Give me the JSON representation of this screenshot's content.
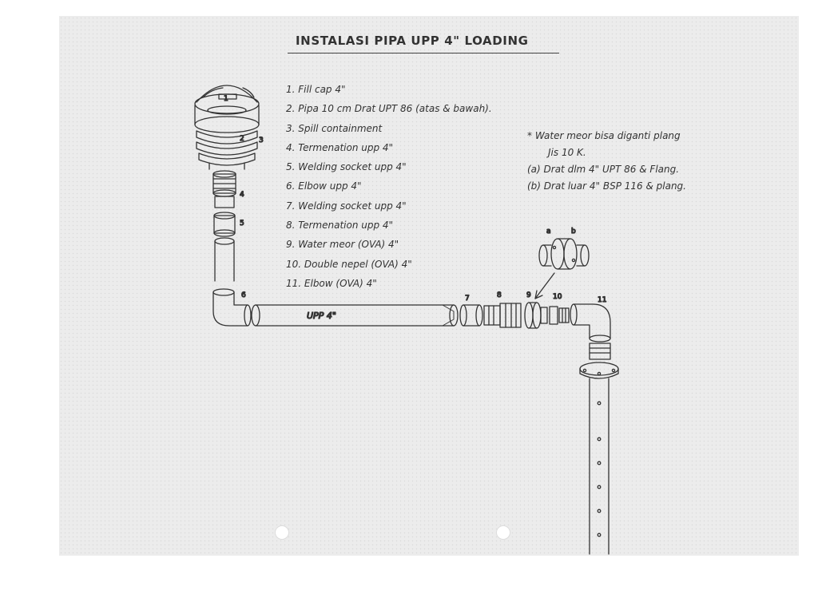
{
  "title": "INSTALASI PIPA UPP 4\"   LOADING",
  "legend": [
    "1. Fill cap 4\"",
    "2. Pipa 10 cm Drat UPT 86 (atas & bawah).",
    "3. Spill containment",
    "4. Termenation upp 4\"",
    "5. Welding socket upp 4\"",
    "6. Elbow upp 4\"",
    "7. Welding socket upp 4\"",
    "8. Termenation upp 4\"",
    "9. Water meor (OVA) 4\"",
    "10. Double nepel (OVA) 4\"",
    "11. Elbow (OVA) 4\""
  ],
  "note": {
    "line1": "* Water meor bisa diganti plang",
    "line2": "Jis 10 K.",
    "line3": "(a) Drat dlm 4\"  UPT 86 & Flang.",
    "line4": "(b) Drat luar 4\"  BSP 116 & plang."
  },
  "callouts": {
    "n1": "1",
    "n2": "2",
    "n3": "3",
    "n4": "4",
    "n5": "5",
    "n6": "6",
    "n7": "7",
    "n8": "8",
    "n9": "9",
    "n10": "10",
    "n11": "11",
    "a": "a",
    "b": "b"
  },
  "pipe_label": "UPP 4\"",
  "icons": [
    "fill-cap-icon",
    "pipe-icon",
    "elbow-icon",
    "flange-icon",
    "water-meter-icon"
  ],
  "colors": {
    "paper": "#ececec",
    "ink": "#333333",
    "background": "#ffffff"
  }
}
